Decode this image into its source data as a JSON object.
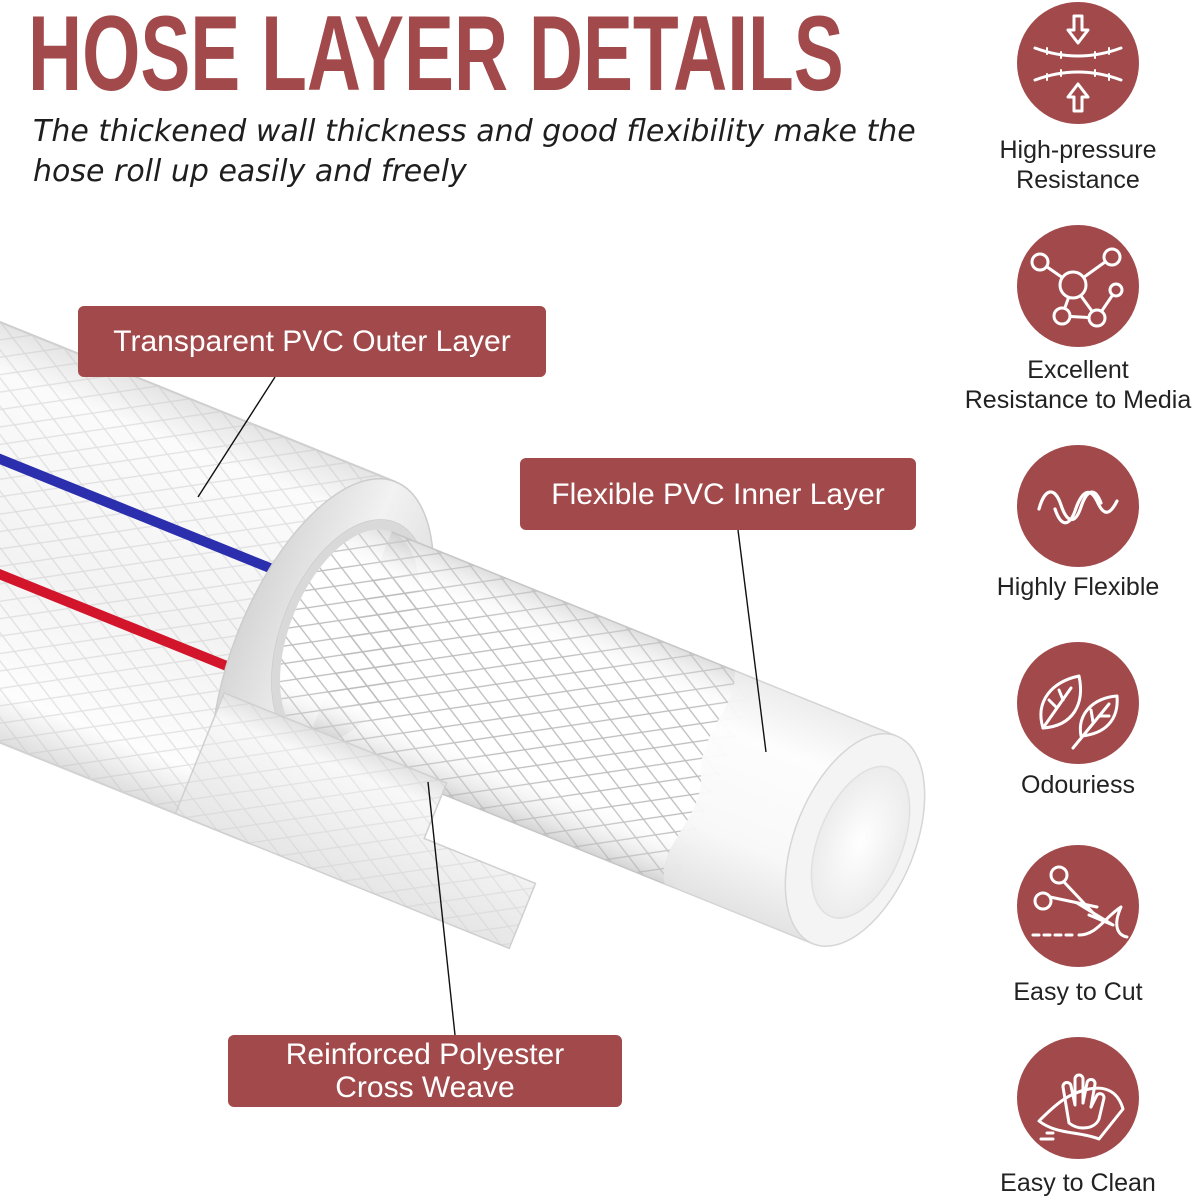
{
  "title": "HOSE LAYER DETAILS",
  "subtitle_lines": [
    "The thickened wall thickness and good flexibility make the",
    "hose roll up easily and freely"
  ],
  "callouts": {
    "outer_layer": "Transparent PVC Outer Layer",
    "inner_layer": "Flexible PVC Inner Layer",
    "cross_weave_lines": [
      "Reinforced Polyester",
      "Cross Weave"
    ]
  },
  "features": [
    {
      "icon": "pressure-icon",
      "label_lines": [
        "High-pressure",
        "Resistance"
      ]
    },
    {
      "icon": "molecule-icon",
      "label_lines": [
        "Excellent",
        "Resistance to Media"
      ]
    },
    {
      "icon": "wave-icon",
      "label_lines": [
        "Highly Flexible"
      ]
    },
    {
      "icon": "leaf-icon",
      "label_lines": [
        "Odouriess"
      ]
    },
    {
      "icon": "scissors-icon",
      "label_lines": [
        "Easy to Cut"
      ]
    },
    {
      "icon": "hand-wipe-icon",
      "label_lines": [
        "Easy to Clean"
      ]
    }
  ],
  "colors": {
    "accent": "#a24a4b",
    "stripe_blue": "#2b2fae",
    "stripe_red": "#d3152b",
    "text": "#222222"
  }
}
